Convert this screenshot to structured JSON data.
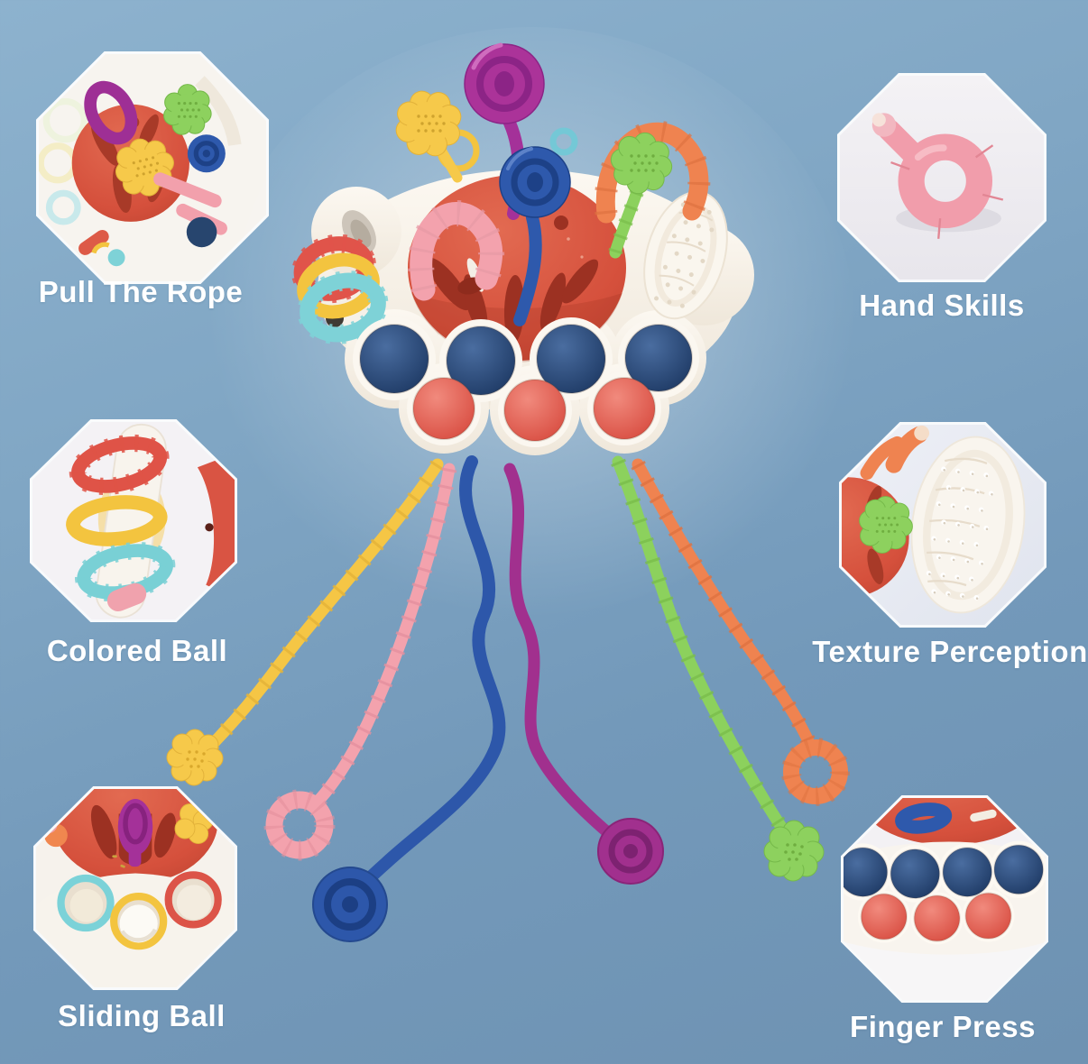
{
  "background": {
    "top": "#8db2ce",
    "bottom": "#6e92b2"
  },
  "callouts": [
    {
      "id": "pull-the-rope",
      "label": "Pull The Rope",
      "position": "top-left"
    },
    {
      "id": "hand-skills",
      "label": "Hand Skills",
      "position": "top-right"
    },
    {
      "id": "colored-ball",
      "label": "Colored Ball",
      "position": "middle-left"
    },
    {
      "id": "texture-perception",
      "label": "Texture Perception",
      "position": "middle-right"
    },
    {
      "id": "sliding-ball",
      "label": "Sliding Ball",
      "position": "bottom-left"
    },
    {
      "id": "finger-press",
      "label": "Finger Press",
      "position": "bottom-right"
    }
  ],
  "palette": {
    "label_text": "#ffffff",
    "cream_body": "#f7f2ea",
    "dome_red": "#d5503c",
    "navy_bubble": "#24436f",
    "coral_bubble": "#ec6a60",
    "yellow": "#f5c645",
    "pink": "#f3a2ad",
    "blue": "#2d57aa",
    "purple": "#a1308e",
    "green": "#8cd15d",
    "orange": "#ef8350",
    "teal": "#7bd2d8"
  }
}
